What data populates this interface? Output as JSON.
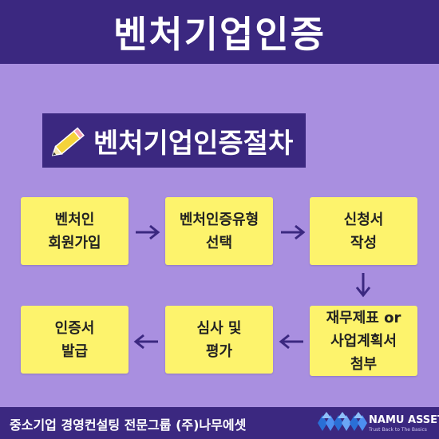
{
  "header": {
    "title": "벤처기업인증"
  },
  "section": {
    "title": "벤처기업인증절차",
    "icon": "pencil-icon"
  },
  "steps": [
    {
      "label": "벤처인\n회원가입"
    },
    {
      "label": "벤처인증유형\n선택"
    },
    {
      "label": "신청서\n작성"
    },
    {
      "label": "재무제표 or\n사업계획서\n첨부"
    },
    {
      "label": "심사 및\n평가"
    },
    {
      "label": "인증서\n발급"
    }
  ],
  "footer": {
    "text": "중소기업 경영컨설팅 전문그룹 (주)나무에셋",
    "logo_name": "NAMU ASSET",
    "logo_tagline": "Trust Back to The Basics"
  },
  "colors": {
    "background": "#a98fe0",
    "dark_purple": "#3b2880",
    "step_yellow": "#fdf36c",
    "pencil_yellow": "#f5d33a",
    "logo_blue": "#2a6fd6"
  }
}
